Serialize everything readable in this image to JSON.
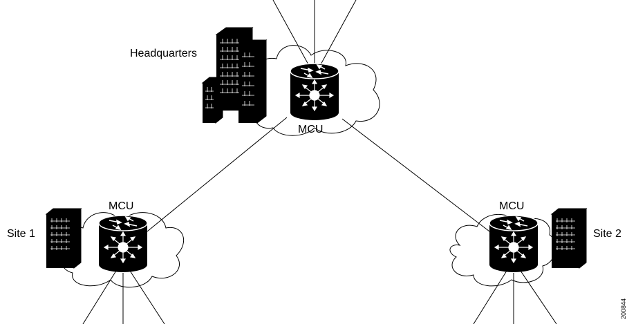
{
  "diagram": {
    "headquarters_label": "Headquarters",
    "site1_label": "Site 1",
    "site2_label": "Site 2",
    "hq_mcu_label": "MCU",
    "site1_mcu_label": "MCU",
    "site2_mcu_label": "MCU",
    "figure_id": "200844"
  }
}
